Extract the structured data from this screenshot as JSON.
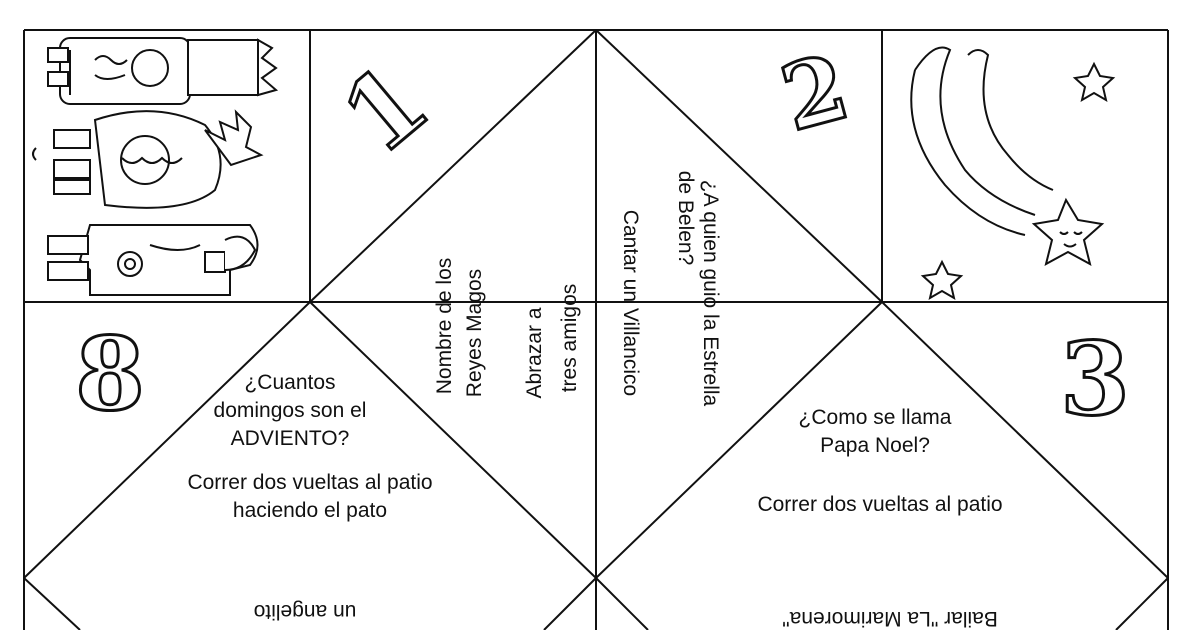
{
  "cells": {
    "top_left_illustration": "three-kings",
    "top_right_illustration": "shooting-star"
  },
  "numbers": {
    "n1": "1",
    "n2": "2",
    "n3": "3",
    "n8": "8"
  },
  "flaps": {
    "upper_left_a": "Nombre de los",
    "upper_left_b": "Reyes Magos",
    "upper_left_c": "Abrazar a",
    "upper_left_d": "tres  amigos",
    "upper_right_a": "¿A quien guio la Estrella",
    "upper_right_b": "de Belen?",
    "upper_right_c": "Cantar un Villancico",
    "left_a": "¿Cuantos",
    "left_b": "domingos son el",
    "left_c": "ADVIENTO?",
    "left_d": "Correr dos vueltas al patio",
    "left_e": "haciendo el pato",
    "right_a": "¿Como se llama",
    "right_b": "Papa Noel?",
    "right_c": "Correr dos vueltas al patio",
    "bottom_left_a": "un angelito",
    "bottom_right_a": "Bailar \"La Marimorena\""
  },
  "colors": {
    "line": "#111111",
    "paper": "#ffffff"
  }
}
